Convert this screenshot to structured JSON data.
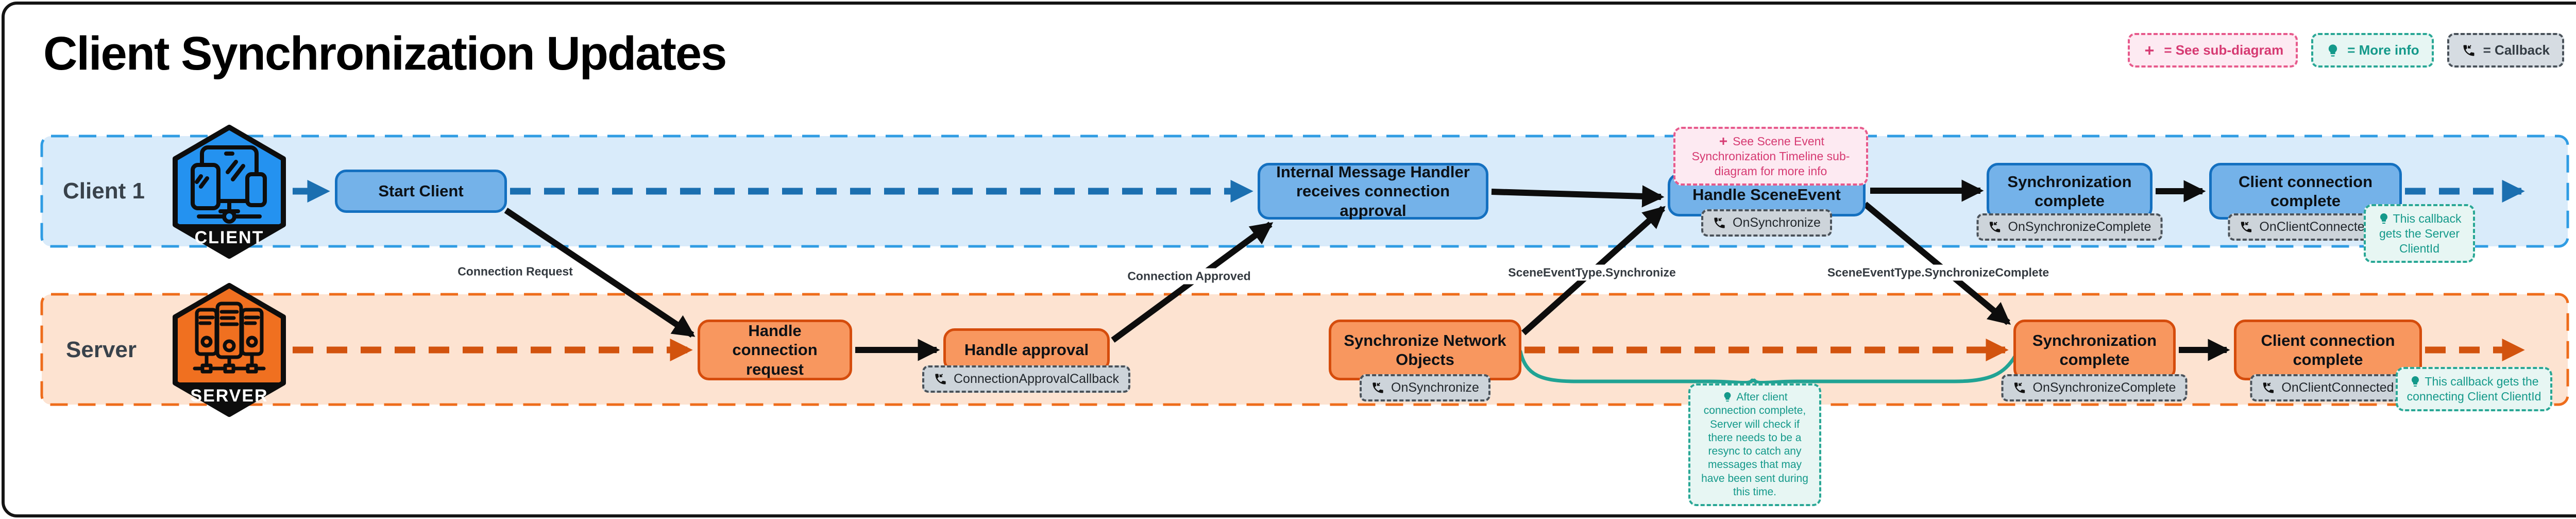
{
  "title": "Client Synchronization Updates",
  "legend": {
    "sub_diagram": "= See sub-diagram",
    "more_info": "= More info",
    "callback": "= Callback"
  },
  "lanes": {
    "client": {
      "label": "Client 1",
      "badge": "CLIENT"
    },
    "server": {
      "label": "Server",
      "badge": "SERVER"
    }
  },
  "client": {
    "start": "Start Client",
    "message_handler": "Internal Message Handler receives connection approval",
    "handle_scene_event": "Handle SceneEvent",
    "sync_complete": "Synchronization complete",
    "connection_complete": "Client connection complete",
    "on_synchronize": "OnSynchronize",
    "on_synchronize_complete": "OnSynchronizeComplete",
    "on_client_connected": "OnClientConnected",
    "scene_event_note": "See Scene Event Synchronization Timeline sub-diagram for more info",
    "client_id_note": "This callback gets the Server ClientId"
  },
  "server": {
    "handle_connection_request": "Handle connection request",
    "handle_approval": "Handle approval",
    "connection_approval_callback": "ConnectionApprovalCallback",
    "synchronize_network_objects": "Synchronize Network Objects",
    "on_synchronize": "OnSynchronize",
    "sync_complete": "Synchronization complete",
    "on_synchronize_complete": "OnSynchronizeComplete",
    "connection_complete": "Client connection complete",
    "on_client_connected": "OnClientConnected",
    "client_id_note": "This callback gets the connecting Client ClientId",
    "resync_note": "After client connection complete, Server will check if there needs to be a resync to catch any messages that may have been sent during this time."
  },
  "edges": {
    "connection_request": "Connection Request",
    "connection_approved": "Connection Approved",
    "synchronize": "SceneEventType.Synchronize",
    "synchronize_complete": "SceneEventType.SynchronizeComplete"
  },
  "colors": {
    "client_fill": "#74b2e9",
    "client_border": "#1470c0",
    "client_lane_bg": "#d9ebfa",
    "client_lane_dash": "#2f9ce3",
    "client_arrow_dash": "#1b6fb0",
    "server_fill": "#f8975f",
    "server_border": "#d54c0c",
    "server_lane_bg": "#fde3d1",
    "server_lane_dash": "#ee6c1b",
    "server_arrow_dash": "#d2530e",
    "black_arrow": "#0d0d0d",
    "pink_accent": "#d63a72",
    "teal_accent": "#14998a",
    "badge_bg": "#cdd4da"
  }
}
